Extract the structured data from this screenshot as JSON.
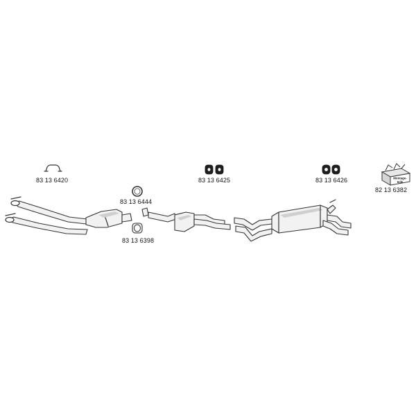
{
  "parts": {
    "clamp_bracket": "83 13 6420",
    "ring_gasket": "83 13 6444",
    "sleeve_connector": "83 13 6398",
    "rubber_hanger_a": "83 13 6425",
    "rubber_hanger_b": "83 13 6426",
    "mounting_kit": "82 13 6382"
  },
  "mounting_kit_box_text": [
    "Montage-",
    "teile"
  ],
  "colors": {
    "line": "#333333",
    "shade": "#cfcfcf",
    "rubber": "#1e1e1e"
  }
}
